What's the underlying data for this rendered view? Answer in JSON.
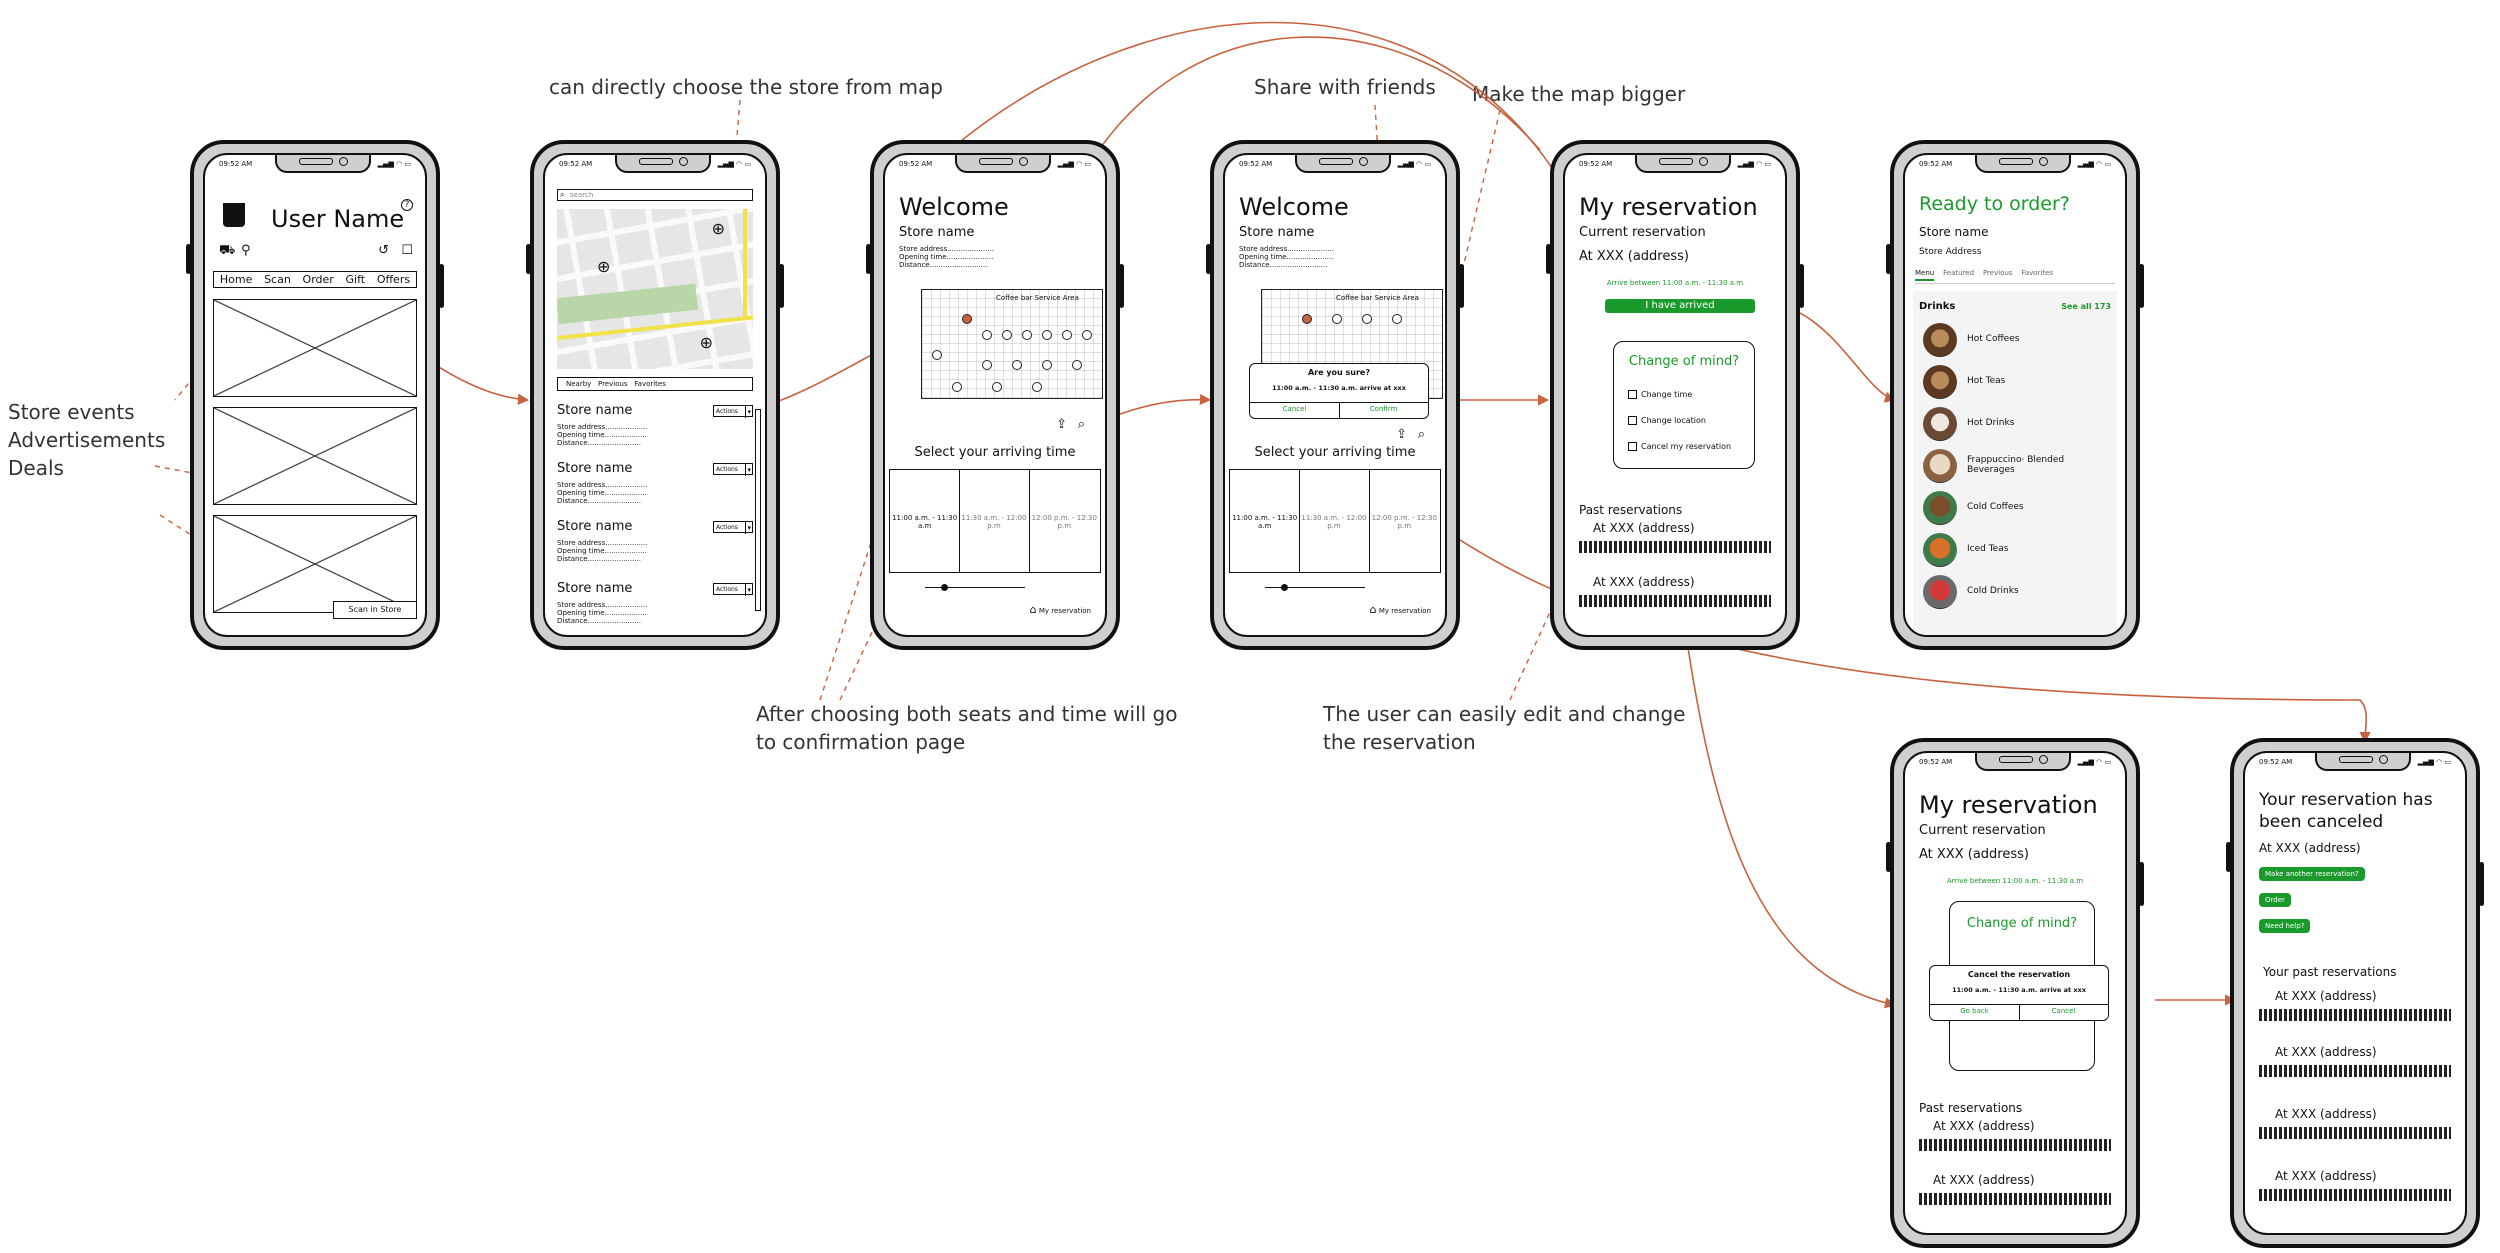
{
  "annotations": {
    "store_events": "Store events",
    "advertisements": "Advertisements",
    "deals": "Deals",
    "choose_store_map": "can directly choose the store from map",
    "confirm_page": "After choosing both seats and time will go to confirmation page",
    "share": "Share with friends",
    "map_bigger": "Make the map bigger",
    "edit_reservation": "The user can easily edit and change the reservation"
  },
  "status_bar": {
    "time": "09:52 AM",
    "icons": "▂▄▆ ◠ ▭"
  },
  "home": {
    "user_name": "User Name",
    "nav": [
      "Home",
      "Scan",
      "Order",
      "Gift",
      "Offers"
    ],
    "scan_button": "Scan in Store"
  },
  "store_list": {
    "search_placeholder": "search",
    "tabs": [
      "Nearby",
      "Previous",
      "Favorites"
    ],
    "stores": [
      {
        "name": "Store name",
        "address": "Store address...................",
        "hours": "Opening time...................",
        "distance": "Distance........................",
        "action": "Actions"
      },
      {
        "name": "Store name",
        "address": "Store address...................",
        "hours": "Opening time...................",
        "distance": "Distance........................",
        "action": "Actions"
      },
      {
        "name": "Store name",
        "address": "Store address...................",
        "hours": "Opening time...................",
        "distance": "Distance........................",
        "action": "Actions"
      },
      {
        "name": "Store name",
        "address": "Store address...................",
        "hours": "Opening time...................",
        "distance": "Distance........................",
        "action": "Actions"
      }
    ]
  },
  "welcome": {
    "title": "Welcome",
    "store_name": "Store name",
    "address": "Store address.....................",
    "hours": "Opening time.....................",
    "distance": "Distance..........................",
    "select_time": "Select your arriving time",
    "slots": [
      "11:00 a.m. - 11:30 a.m",
      "11:30 a.m. - 12:00 p.m",
      "12:00 p.m. - 12:30 p.m"
    ],
    "my_reservation": "My reservation",
    "floor_label": "Coffee bar Service Area",
    "confirm_dialog": {
      "title": "Are you sure?",
      "detail": "11:00 a.m. - 11:30 a.m. arrive at xxx",
      "cancel": "Cancel",
      "confirm": "Confirm"
    }
  },
  "reservation": {
    "title": "My reservation",
    "current": "Current reservation",
    "address": "At XXX (address)",
    "arrive_window": "Arrive between 11:00 a.m. - 11:30 a.m",
    "arrived_button": "I have arrived",
    "change_title": "Change of mind?",
    "options": [
      "Change time",
      "Change location",
      "Cancel my reservation"
    ],
    "past": "Past reservations",
    "past_items": [
      "At XXX (address)",
      "At XXX (address)"
    ],
    "cancel_dialog": {
      "title": "Cancel the reservation",
      "detail": "11:00 a.m. - 11:30 a.m. arrive at xxx",
      "back": "Go back",
      "cancel": "Cancel"
    }
  },
  "order": {
    "title": "Ready to order?",
    "store_name": "Store name",
    "address": "Store Address",
    "tabs": [
      "Menu",
      "Featured",
      "Previous",
      "Favorites"
    ],
    "section": "Drinks",
    "see_all": "See all 173",
    "items": [
      "Hot Coffees",
      "Hot Teas",
      "Hot Drinks",
      "Frappuccino· Blended Beverages",
      "Cold Coffees",
      "Iced Teas",
      "Cold Drinks"
    ]
  },
  "canceled": {
    "title": "Your reservation has been canceled",
    "address": "At XXX (address)",
    "buttons": [
      "Make another reservation?",
      "Order",
      "Need help?"
    ],
    "past": "Your past reservations",
    "past_items": [
      "At XXX (address)",
      "At XXX (address)",
      "At XXX (address)",
      "At XXX (address)"
    ]
  },
  "colors": {
    "accent": "#1a9a2a",
    "arrow": "#c8623e",
    "frame": "#111111",
    "phone_body": "#cfcfcf"
  }
}
